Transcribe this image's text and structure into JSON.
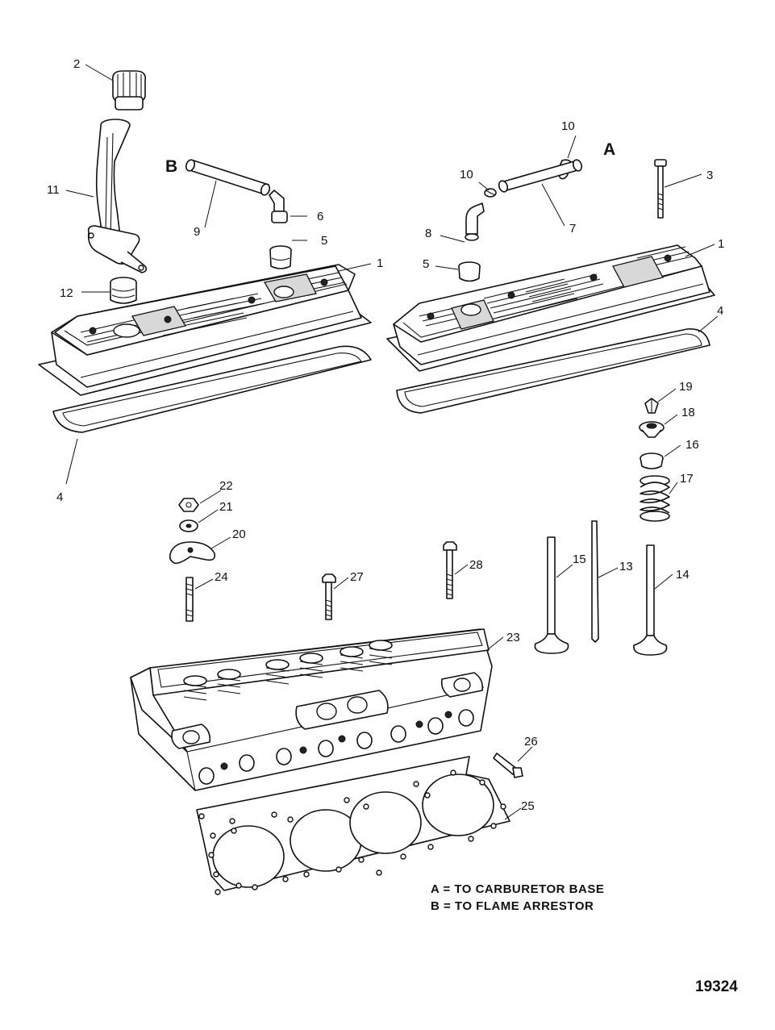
{
  "callouts": {
    "c1a": "1",
    "c1b": "1",
    "c2": "2",
    "c3": "3",
    "c4a": "4",
    "c4b": "4",
    "c5a": "5",
    "c5b": "5",
    "c6": "6",
    "c7": "7",
    "c8": "8",
    "c9": "9",
    "c10a": "10",
    "c10b": "10",
    "c11": "11",
    "c12": "12",
    "c13": "13",
    "c14": "14",
    "c15": "15",
    "c16": "16",
    "c17": "17",
    "c18": "18",
    "c19": "19",
    "c20": "20",
    "c21": "21",
    "c22": "22",
    "c23": "23",
    "c24": "24",
    "c25": "25",
    "c26": "26",
    "c27": "27",
    "c28": "28"
  },
  "markers": {
    "a": "A",
    "b": "B"
  },
  "legend": {
    "line_a": "A = TO CARBURETOR BASE",
    "line_b": "B = TO FLAME ARRESTOR"
  },
  "figure_number": "19324"
}
